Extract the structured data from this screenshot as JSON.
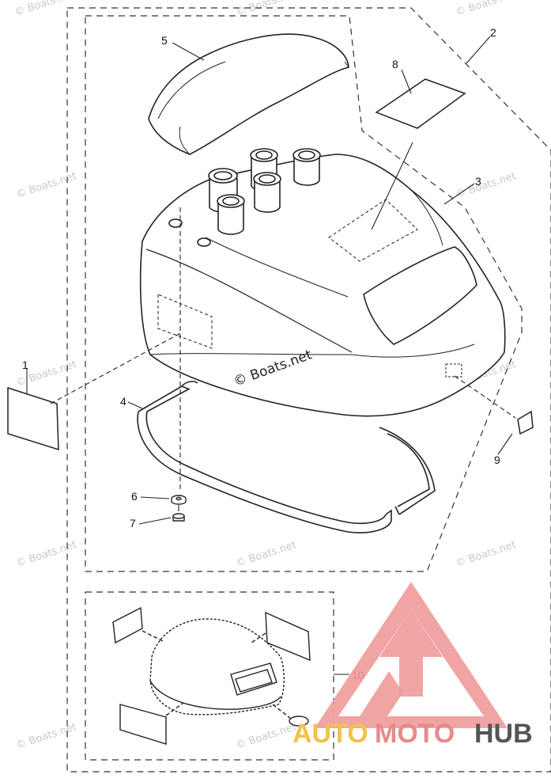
{
  "watermark": {
    "text": "© Boats.net",
    "center_text": "© Boats.net"
  },
  "callouts": [
    {
      "id": "1",
      "label": "1"
    },
    {
      "id": "2",
      "label": "2"
    },
    {
      "id": "3",
      "label": "3"
    },
    {
      "id": "4",
      "label": "4"
    },
    {
      "id": "5",
      "label": "5"
    },
    {
      "id": "6",
      "label": "6"
    },
    {
      "id": "7",
      "label": "7"
    },
    {
      "id": "8",
      "label": "8"
    },
    {
      "id": "9",
      "label": "9"
    },
    {
      "id": "10",
      "label": "10"
    }
  ],
  "brand": {
    "part1": "AUTO",
    "part2": "MOTO",
    "part3": "HUB",
    "color_part1": "#f2c14e",
    "color_part2": "#e88a8a",
    "color_part3": "#555555",
    "logo_color": "#ef9a9a",
    "logo_icon": "mountain-logo-icon"
  },
  "colors": {
    "line": "#222222",
    "dash": "#333333",
    "watermark": "#c9c9c9"
  }
}
